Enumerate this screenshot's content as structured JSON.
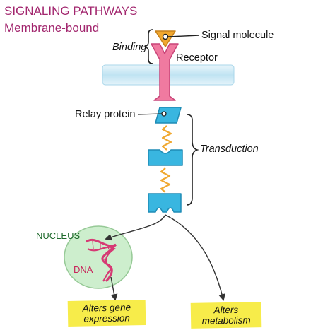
{
  "title": "SIGNALING PATHWAYS",
  "subtitle": "Membrane-bound",
  "labels": {
    "binding": "Binding",
    "signal_molecule": "Signal molecule",
    "receptor": "Receptor",
    "relay_protein": "Relay protein",
    "transduction": "Transduction",
    "nucleus": "NUCLEUS",
    "dna": "DNA"
  },
  "outcomes": {
    "gene_expression": {
      "line1": "Alters gene",
      "line2": "expression"
    },
    "metabolism": {
      "line1": "Alters",
      "line2": "metabolism"
    }
  },
  "colors": {
    "title": "#a2266e",
    "receptor": "#f07aa0",
    "signal_molecule": "#f0a830",
    "membrane": "#cfeaf5",
    "relay_protein": "#39b6e0",
    "spring": "#f0a830",
    "nucleus": "#cdeecd",
    "dna": "#d63a74",
    "note": "#f7ec4a"
  }
}
